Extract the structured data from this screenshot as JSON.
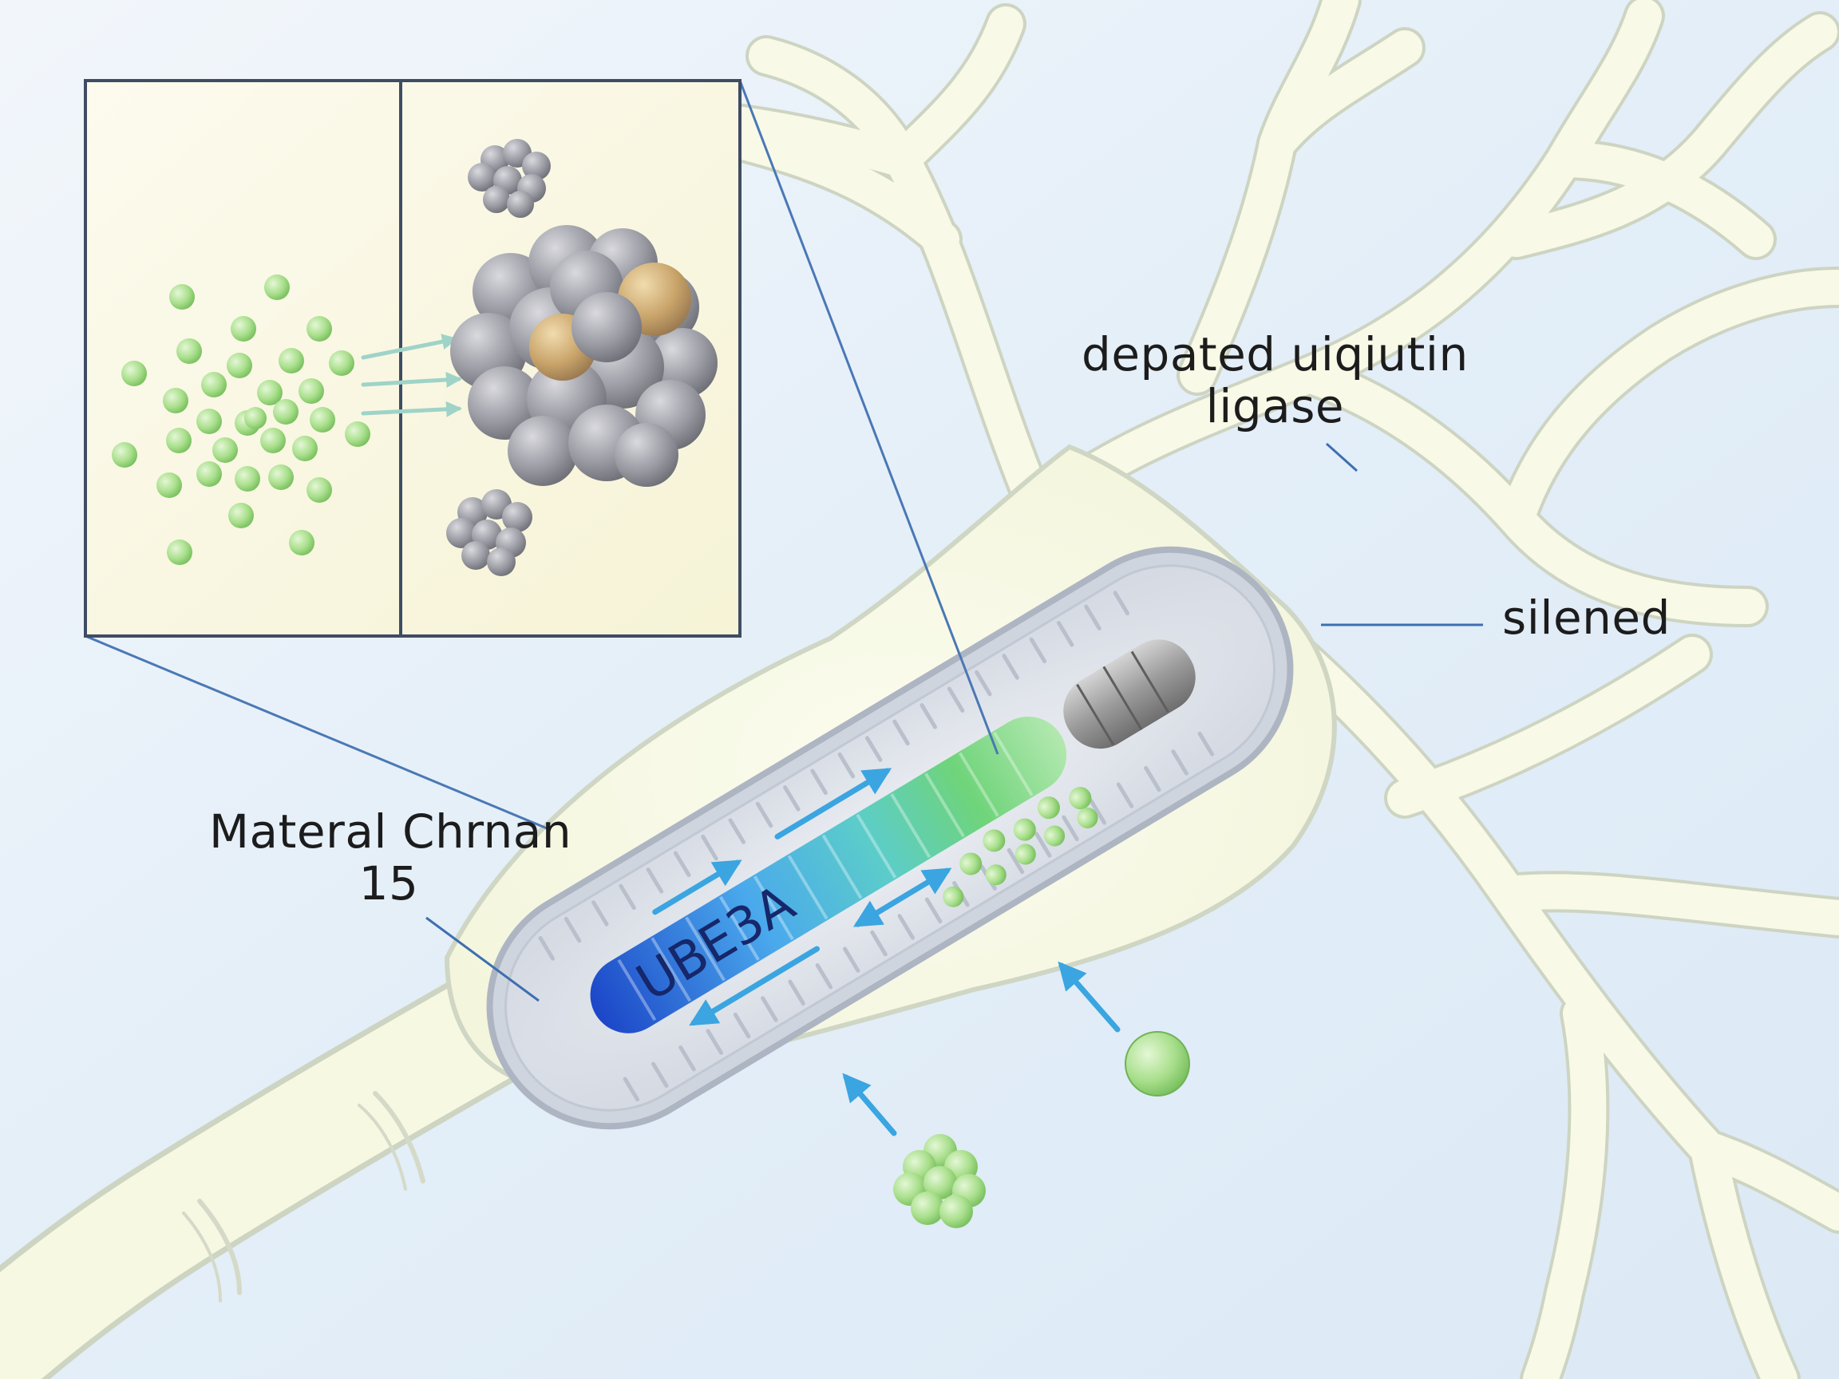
{
  "labels": {
    "ligase_line1": "depated uiqiutin",
    "ligase_line2": "ligase",
    "silenced": "silened",
    "maternal_line1": "Materal Chrnan",
    "maternal_line2": "15",
    "gene": "UBE3A"
  },
  "colors": {
    "background": "#e9f1f8",
    "neuron_fill": "#fafbe8",
    "neuron_outline": "#cfd6c4",
    "nucleus_fill": "#e3e7ee",
    "chromosome_blue": "#1f4fd0",
    "chromosome_cyan": "#5fc3ee",
    "chromosome_green": "#7fd67a",
    "chromosome_silenced": "#9a9a9a",
    "arrow": "#3aa5e0",
    "protein_green": "#a8e08e",
    "aggregate_gray": "#8e8f97",
    "leader_line": "#3e6fb0",
    "inset_panel": "#fbfaea"
  }
}
